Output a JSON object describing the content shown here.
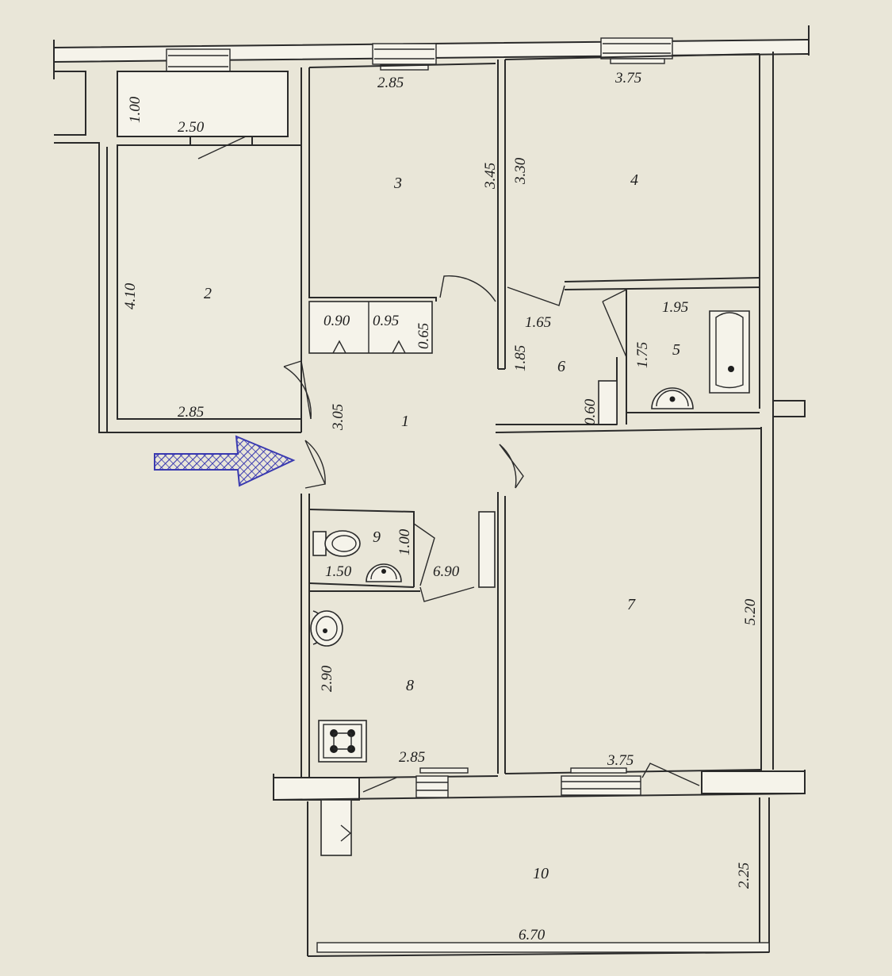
{
  "rooms": [
    "1",
    "2",
    "3",
    "4",
    "5",
    "6",
    "7",
    "8",
    "9",
    "10"
  ],
  "dimensions": {
    "r2_top": "1.00",
    "r2_balcony_w": "2.50",
    "r2_h": "4.10",
    "r2_w": "2.85",
    "r3_w": "2.85",
    "r3_h": "3.45",
    "r4_h": "3.30",
    "r4_w": "3.75",
    "closet1_w": "0.90",
    "closet2_w": "0.95",
    "closet_d": "0.65",
    "hall_w": "3.05",
    "corr_w": "1.65",
    "corr_h": "1.85",
    "corr_nook": "0.60",
    "bath_w": "1.95",
    "bath_h": "1.75",
    "wc_w": "1.50",
    "wc_h": "1.00",
    "hall_len": "6.90",
    "kitchen_h": "2.90",
    "kitchen_w": "2.85",
    "r7_w": "3.75",
    "r7_h": "5.20",
    "loggia_w": "6.70",
    "loggia_h": "2.25"
  },
  "colors": {
    "paper": "#e9e6d8",
    "wall_fill": "#f5f3ea",
    "line": "#2a2a2a",
    "arrow": "#3a3ab0"
  },
  "icons": [
    "entrance-arrow-icon",
    "bathtub-icon",
    "sink-icon",
    "toilet-icon",
    "stove-icon",
    "window-icon",
    "door-swing-icon"
  ]
}
